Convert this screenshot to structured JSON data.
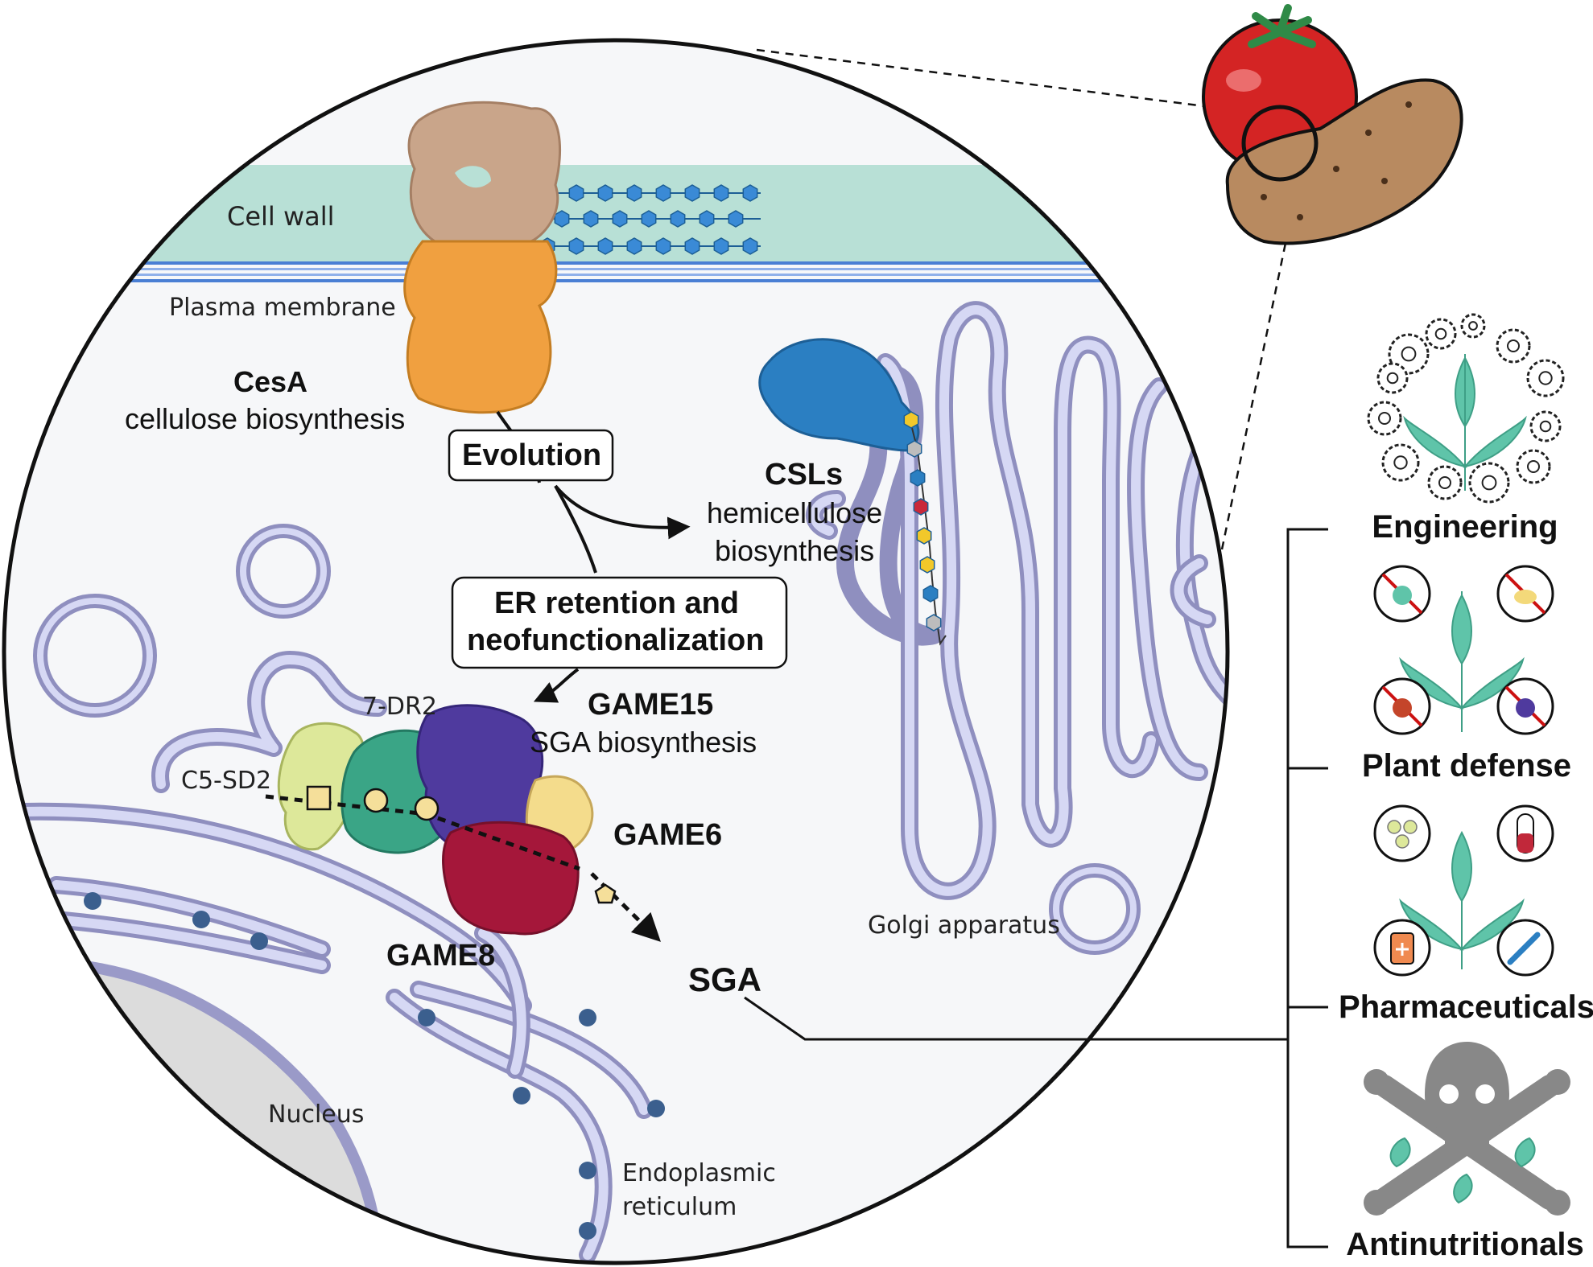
{
  "labels": {
    "cell_wall": "Cell wall",
    "plasma_membrane": "Plasma membrane",
    "cesa_title": "CesA",
    "cesa_sub": "cellulose biosynthesis",
    "evolution": "Evolution",
    "csls_title": "CSLs",
    "csls_sub_1": "hemicellulose",
    "csls_sub_2": "biosynthesis",
    "er_retention_1": "ER retention and",
    "er_retention_2": "neofunctionalization",
    "dr2": "7-DR2",
    "c5sd2": "C5-SD2",
    "game15_title": "GAME15",
    "game15_sub": "SGA biosynthesis",
    "game6": "GAME6",
    "game8": "GAME8",
    "sga": "SGA",
    "golgi": "Golgi apparatus",
    "nucleus": "Nucleus",
    "er_1": "Endoplasmic",
    "er_2": "reticulum"
  },
  "applications": [
    {
      "label": "Engineering",
      "icon": "gear-plant-icon"
    },
    {
      "label": "Plant defense",
      "icon": "pest-defense-icon"
    },
    {
      "label": "Pharmaceuticals",
      "icon": "medicine-icon"
    },
    {
      "label": "Antinutritionals",
      "icon": "skull-crossbones-icon"
    }
  ],
  "colors": {
    "cell_wall": "#b8e0d6",
    "membrane": "#4a7fd4",
    "cesa_top": "#c9a58a",
    "cesa_bottom": "#f0a040",
    "csl": "#2b7fc2",
    "game15": "#4f3a9e",
    "dr2": "#3aa586",
    "c5sd2": "#dde89a",
    "game6": "#f4dc8c",
    "game8": "#a5173a",
    "er_membrane": "#9a9ac8",
    "nucleus": "#dcdcdc",
    "tomato": "#d42424",
    "potato": "#b88a60"
  }
}
